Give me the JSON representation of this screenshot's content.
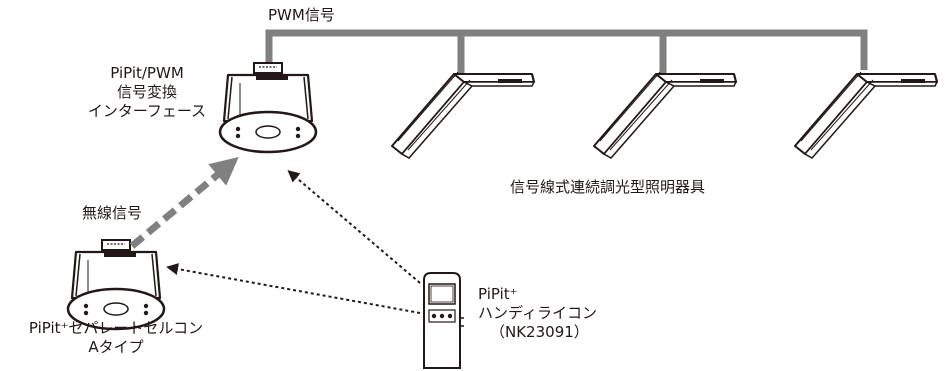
{
  "labels": {
    "pwm_signal": "PWM信号",
    "interface": [
      "PiPit/PWM",
      "信号変換",
      "インターフェース"
    ],
    "luminaire": "信号線式連続調光型照明器具",
    "wireless": "無線信号",
    "separate": [
      "PiPit⁺セパレートセルコン",
      "Aタイプ"
    ],
    "remote": [
      "PiPit⁺",
      "ハンディライコン",
      "（NK23091）"
    ]
  },
  "colors": {
    "pwm_line": "#808080",
    "wireless_arrow": "#808080",
    "ir_arrow": "#231815",
    "fixture_fill": "#ffffff",
    "fixture_stroke": "#231815"
  },
  "icons": {
    "interface": "ceiling-sensor-device-icon",
    "separate": "ceiling-sensor-device-icon",
    "remote": "handheld-remote-icon",
    "luminaire": "linear-light-fixture-icon"
  }
}
